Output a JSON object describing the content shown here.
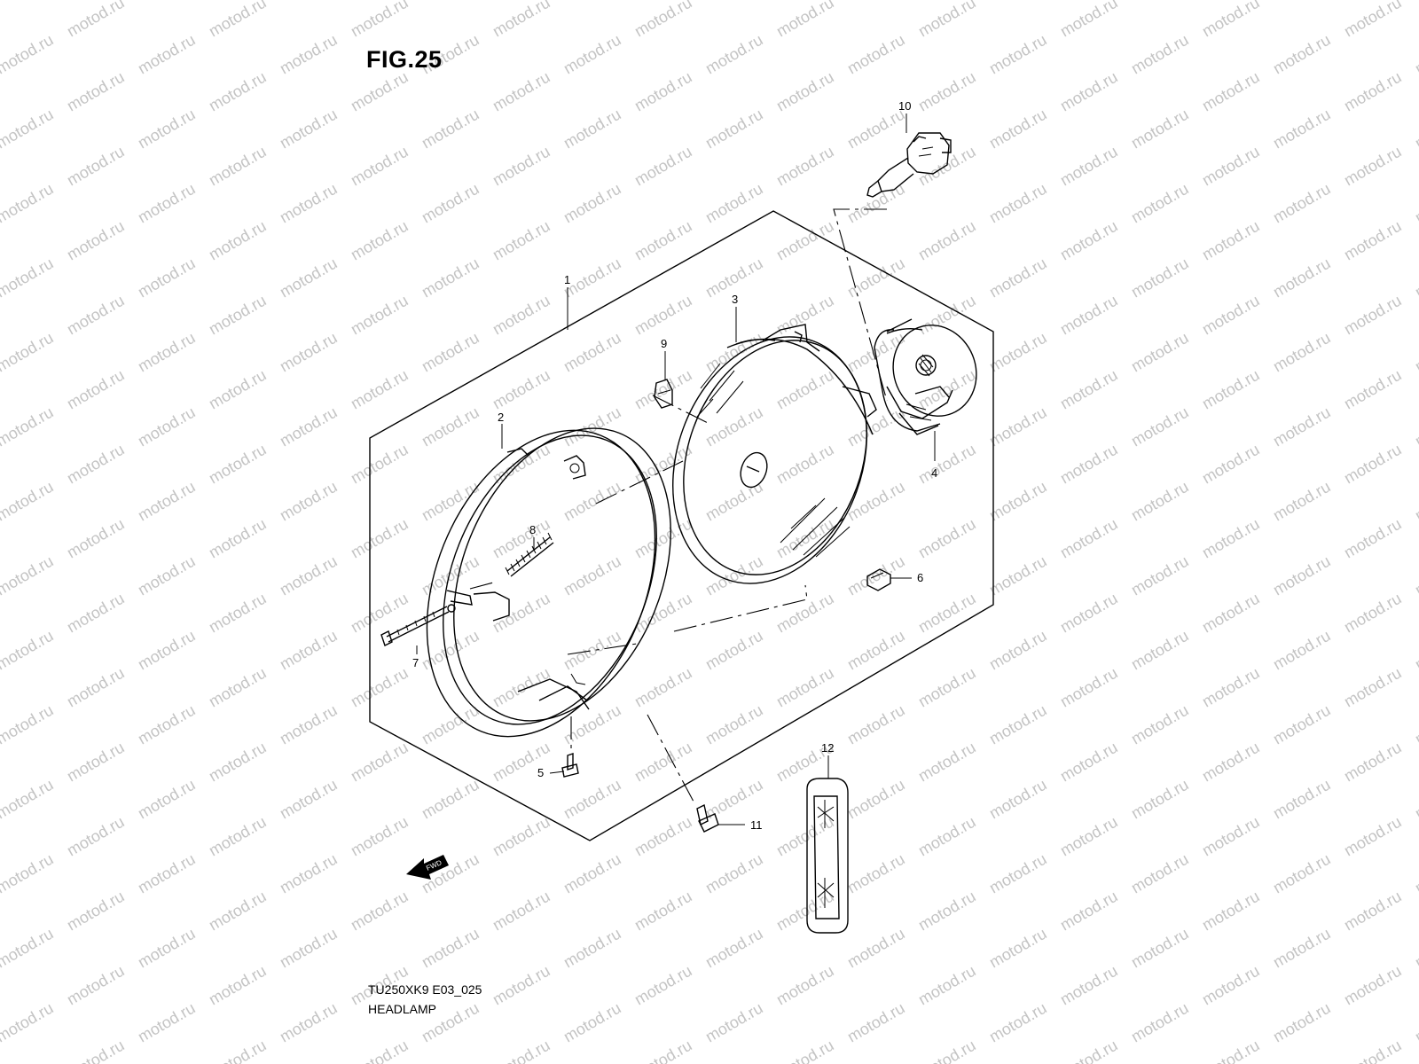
{
  "figure": {
    "title": "FIG.25",
    "model_code": "TU250XK9 E03_025",
    "name": "HEADLAMP"
  },
  "watermark_text": "motod.ru",
  "fwd_label": "FWD",
  "callouts": [
    {
      "id": "callout-1",
      "label": "1"
    },
    {
      "id": "callout-2",
      "label": "2"
    },
    {
      "id": "callout-3",
      "label": "3"
    },
    {
      "id": "callout-4",
      "label": "4"
    },
    {
      "id": "callout-5",
      "label": "5"
    },
    {
      "id": "callout-6",
      "label": "6"
    },
    {
      "id": "callout-7",
      "label": "7"
    },
    {
      "id": "callout-8",
      "label": "8"
    },
    {
      "id": "callout-9",
      "label": "9"
    },
    {
      "id": "callout-10",
      "label": "10"
    },
    {
      "id": "callout-11",
      "label": "11"
    },
    {
      "id": "callout-12",
      "label": "12"
    }
  ],
  "colors": {
    "line": "#000000",
    "watermark": "#c4c4c4",
    "background": "#ffffff"
  }
}
